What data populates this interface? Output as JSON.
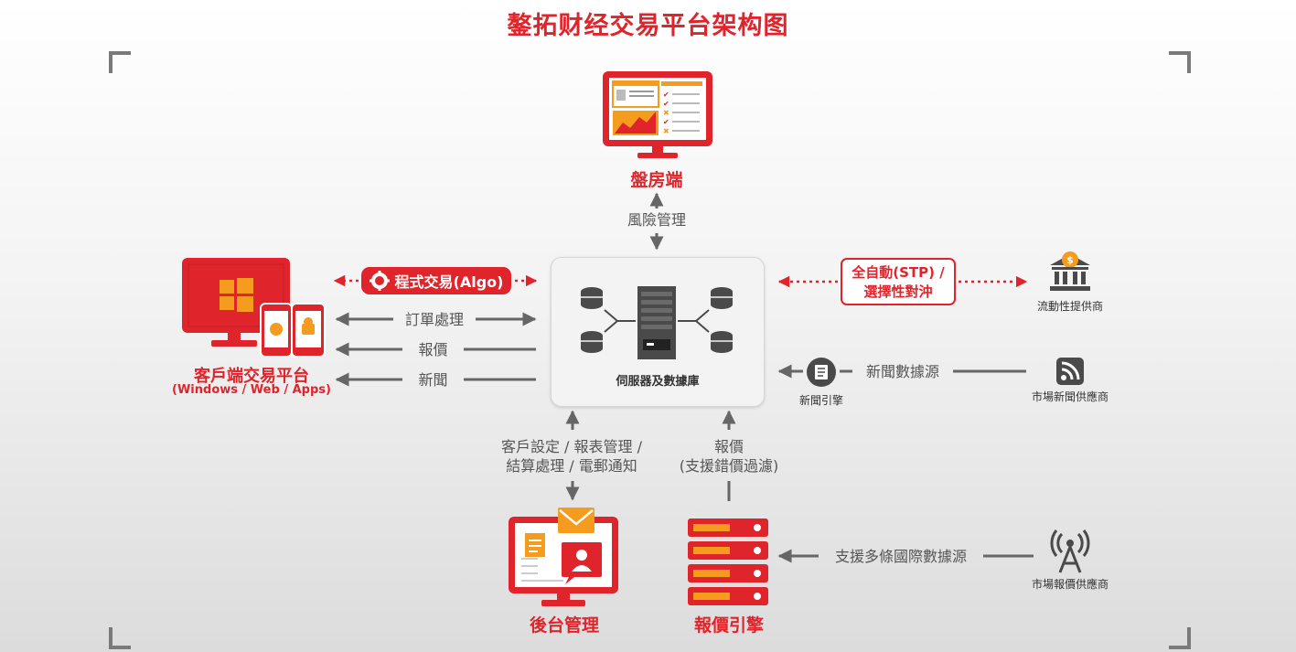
{
  "title": "鏊拓财经交易平台架构图",
  "colors": {
    "accent": "#e0242b",
    "orange": "#f59b1e",
    "arrow_gray": "#666666",
    "dark": "#333333"
  },
  "nodes": {
    "dealing": {
      "label": "盤房端"
    },
    "client": {
      "label": "客戶端交易平台",
      "sublabel": "(Windows / Web / Apps)"
    },
    "server": {
      "label": "伺服器及數據庫"
    },
    "backoffice": {
      "label": "後台管理"
    },
    "price_engine": {
      "label": "報價引擎"
    },
    "liquidity": {
      "label": "流動性提供商"
    },
    "news_engine": {
      "label": "新聞引擎"
    },
    "news_vendor": {
      "label": "市場新聞供應商"
    },
    "quote_vendor": {
      "label": "市場報價供應商"
    }
  },
  "links": {
    "risk": "風險管理",
    "algo": "程式交易(Algo)",
    "order": "訂單處理",
    "quote": "報價",
    "news": "新聞",
    "stp_line1": "全自動(STP) /",
    "stp_line2": "選擇性對沖",
    "news_source": "新聞數據源",
    "backoffice_line1": "客戶設定 / 報表管理 /",
    "backoffice_line2": "結算處理 / 電郵通知",
    "price_line1": "報價",
    "price_line2": "(支援錯價過濾)",
    "multi_source": "支援多條國際數據源"
  },
  "icons": {
    "dealing": "dealing-monitor-icon",
    "client": "client-devices-icon",
    "server": "server-database-icon",
    "backoffice": "backoffice-monitor-icon",
    "price_engine": "price-engine-rack-icon",
    "liquidity": "bank-icon",
    "news_engine": "news-engine-icon",
    "news_vendor": "rss-icon",
    "quote_vendor": "antenna-icon",
    "algo": "algo-gear-icon"
  }
}
